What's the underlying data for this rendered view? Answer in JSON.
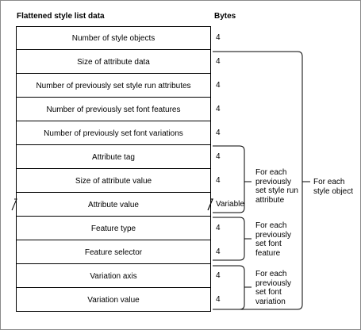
{
  "header": {
    "title": "Flattened style list data",
    "bytes_label": "Bytes"
  },
  "rows": [
    {
      "label": "Number of style objects",
      "bytes": "4"
    },
    {
      "label": "Size of attribute data",
      "bytes": "4"
    },
    {
      "label": "Number of previously set style run attributes",
      "bytes": "4"
    },
    {
      "label": "Number of previously set font features",
      "bytes": "4"
    },
    {
      "label": "Number of previously set font variations",
      "bytes": "4"
    },
    {
      "label": "Attribute tag",
      "bytes": "4"
    },
    {
      "label": "Size of attribute value",
      "bytes": "4"
    },
    {
      "label": "Attribute value",
      "bytes": "Variable"
    },
    {
      "label": "Feature type",
      "bytes": "4"
    },
    {
      "label": "Feature selector",
      "bytes": "4"
    },
    {
      "label": "Variation axis",
      "bytes": "4"
    },
    {
      "label": "Variation value",
      "bytes": "4"
    }
  ],
  "brackets": {
    "style_object": "For each style object",
    "style_run_attribute": "For each previously set style run attribute",
    "font_feature": "For each previously set font feature",
    "font_variation": "For each previously set font variation"
  }
}
